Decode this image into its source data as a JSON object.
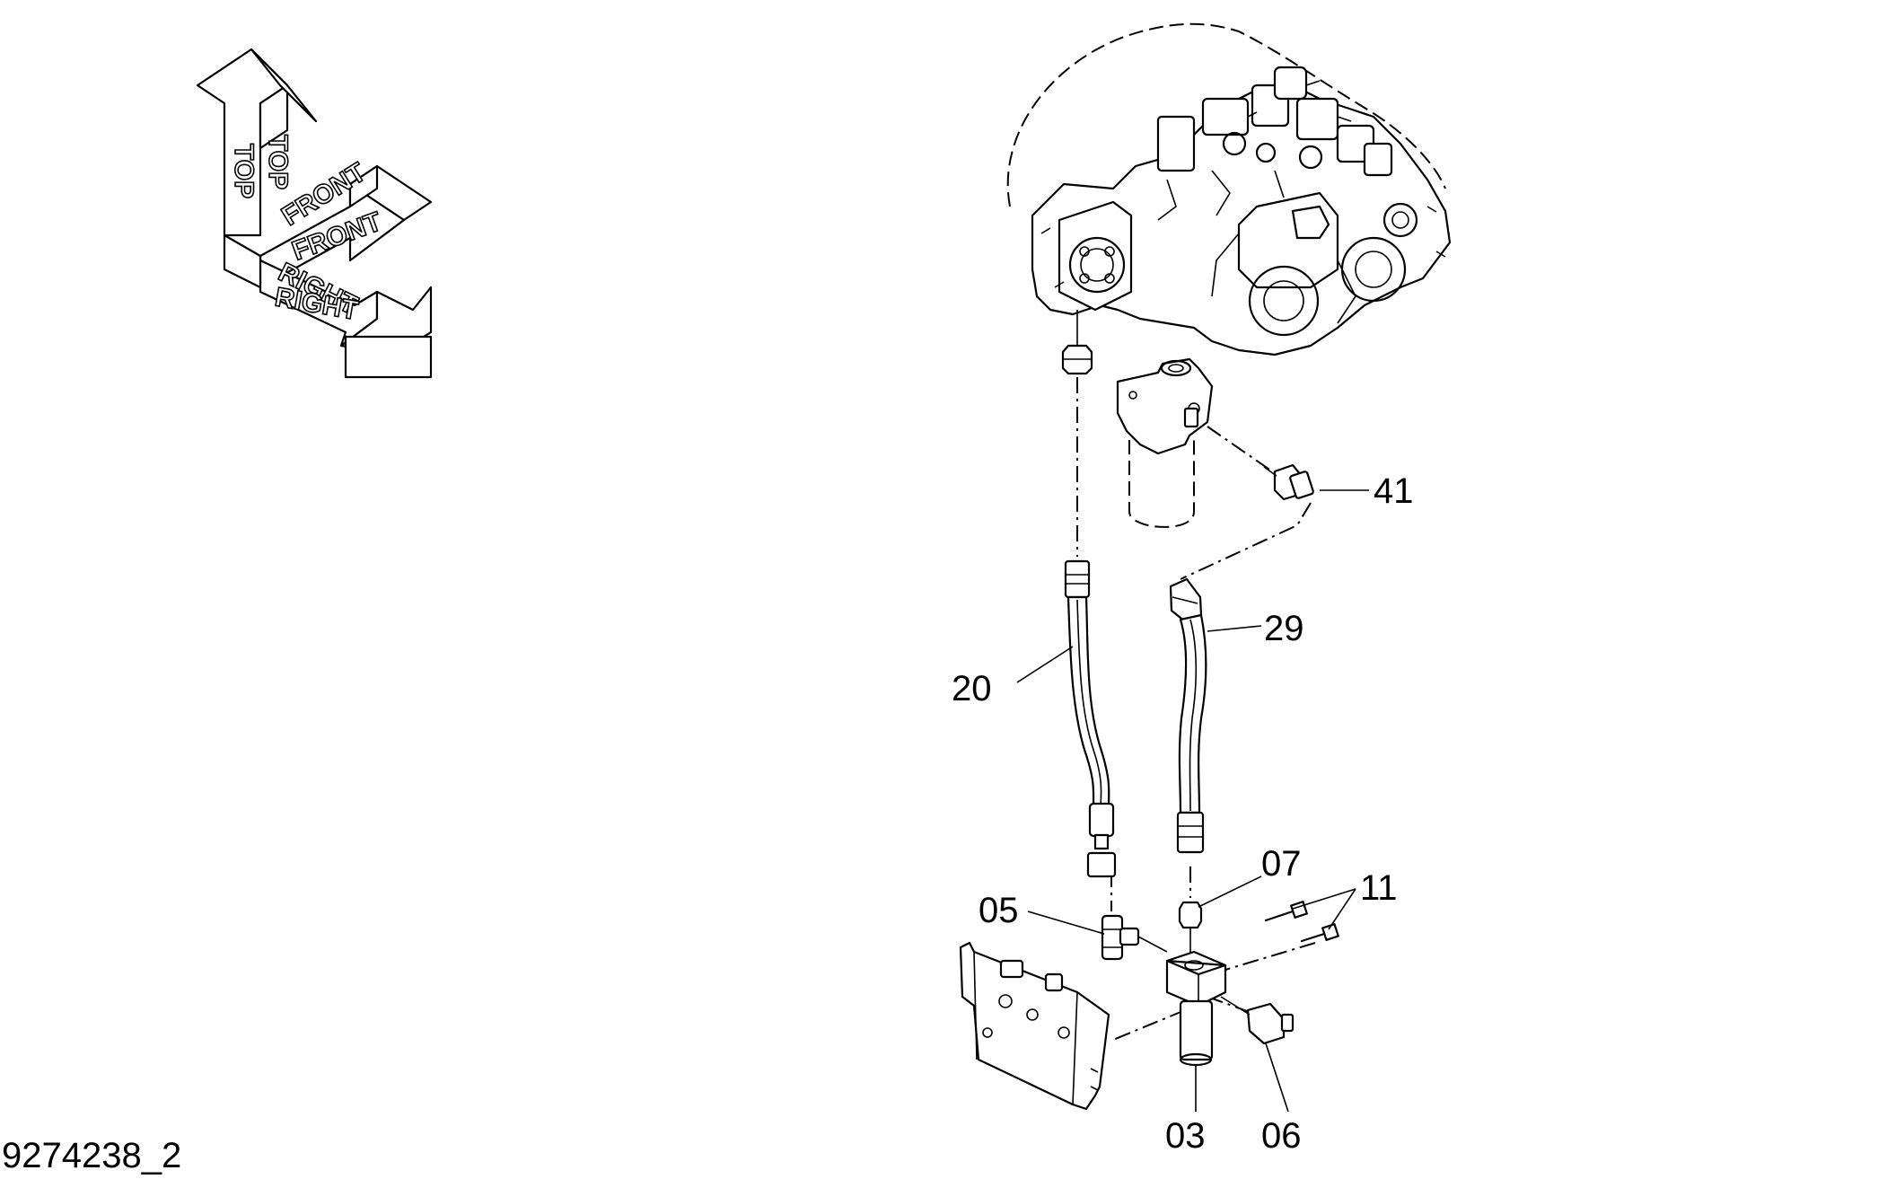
{
  "orientation": {
    "top_label": "TOP",
    "front_label": "FRONT",
    "right_label": "RIGHT"
  },
  "callouts": [
    {
      "id": "41",
      "text": "41"
    },
    {
      "id": "29",
      "text": "29"
    },
    {
      "id": "20",
      "text": "20"
    },
    {
      "id": "07",
      "text": "07"
    },
    {
      "id": "11",
      "text": "11"
    },
    {
      "id": "05",
      "text": "05"
    },
    {
      "id": "03",
      "text": "03"
    },
    {
      "id": "06",
      "text": "06"
    }
  ],
  "drawing_number": "9274238_2"
}
